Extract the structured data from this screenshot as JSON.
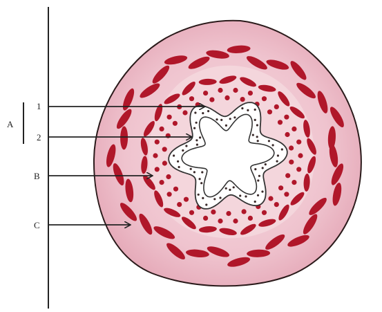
{
  "labels": {
    "group": "A",
    "one": "1",
    "two": "2",
    "b": "B",
    "c": "C"
  },
  "colors": {
    "outer_tissue": "#ebb8c4",
    "outer_edge": "#2a1a1a",
    "red_cell": "#b0172a",
    "inner_zone": "#f4d6dc",
    "epithelium_fill": "#ffffff",
    "nucleus_dot": "#3a2a2a",
    "line": "#222222"
  }
}
